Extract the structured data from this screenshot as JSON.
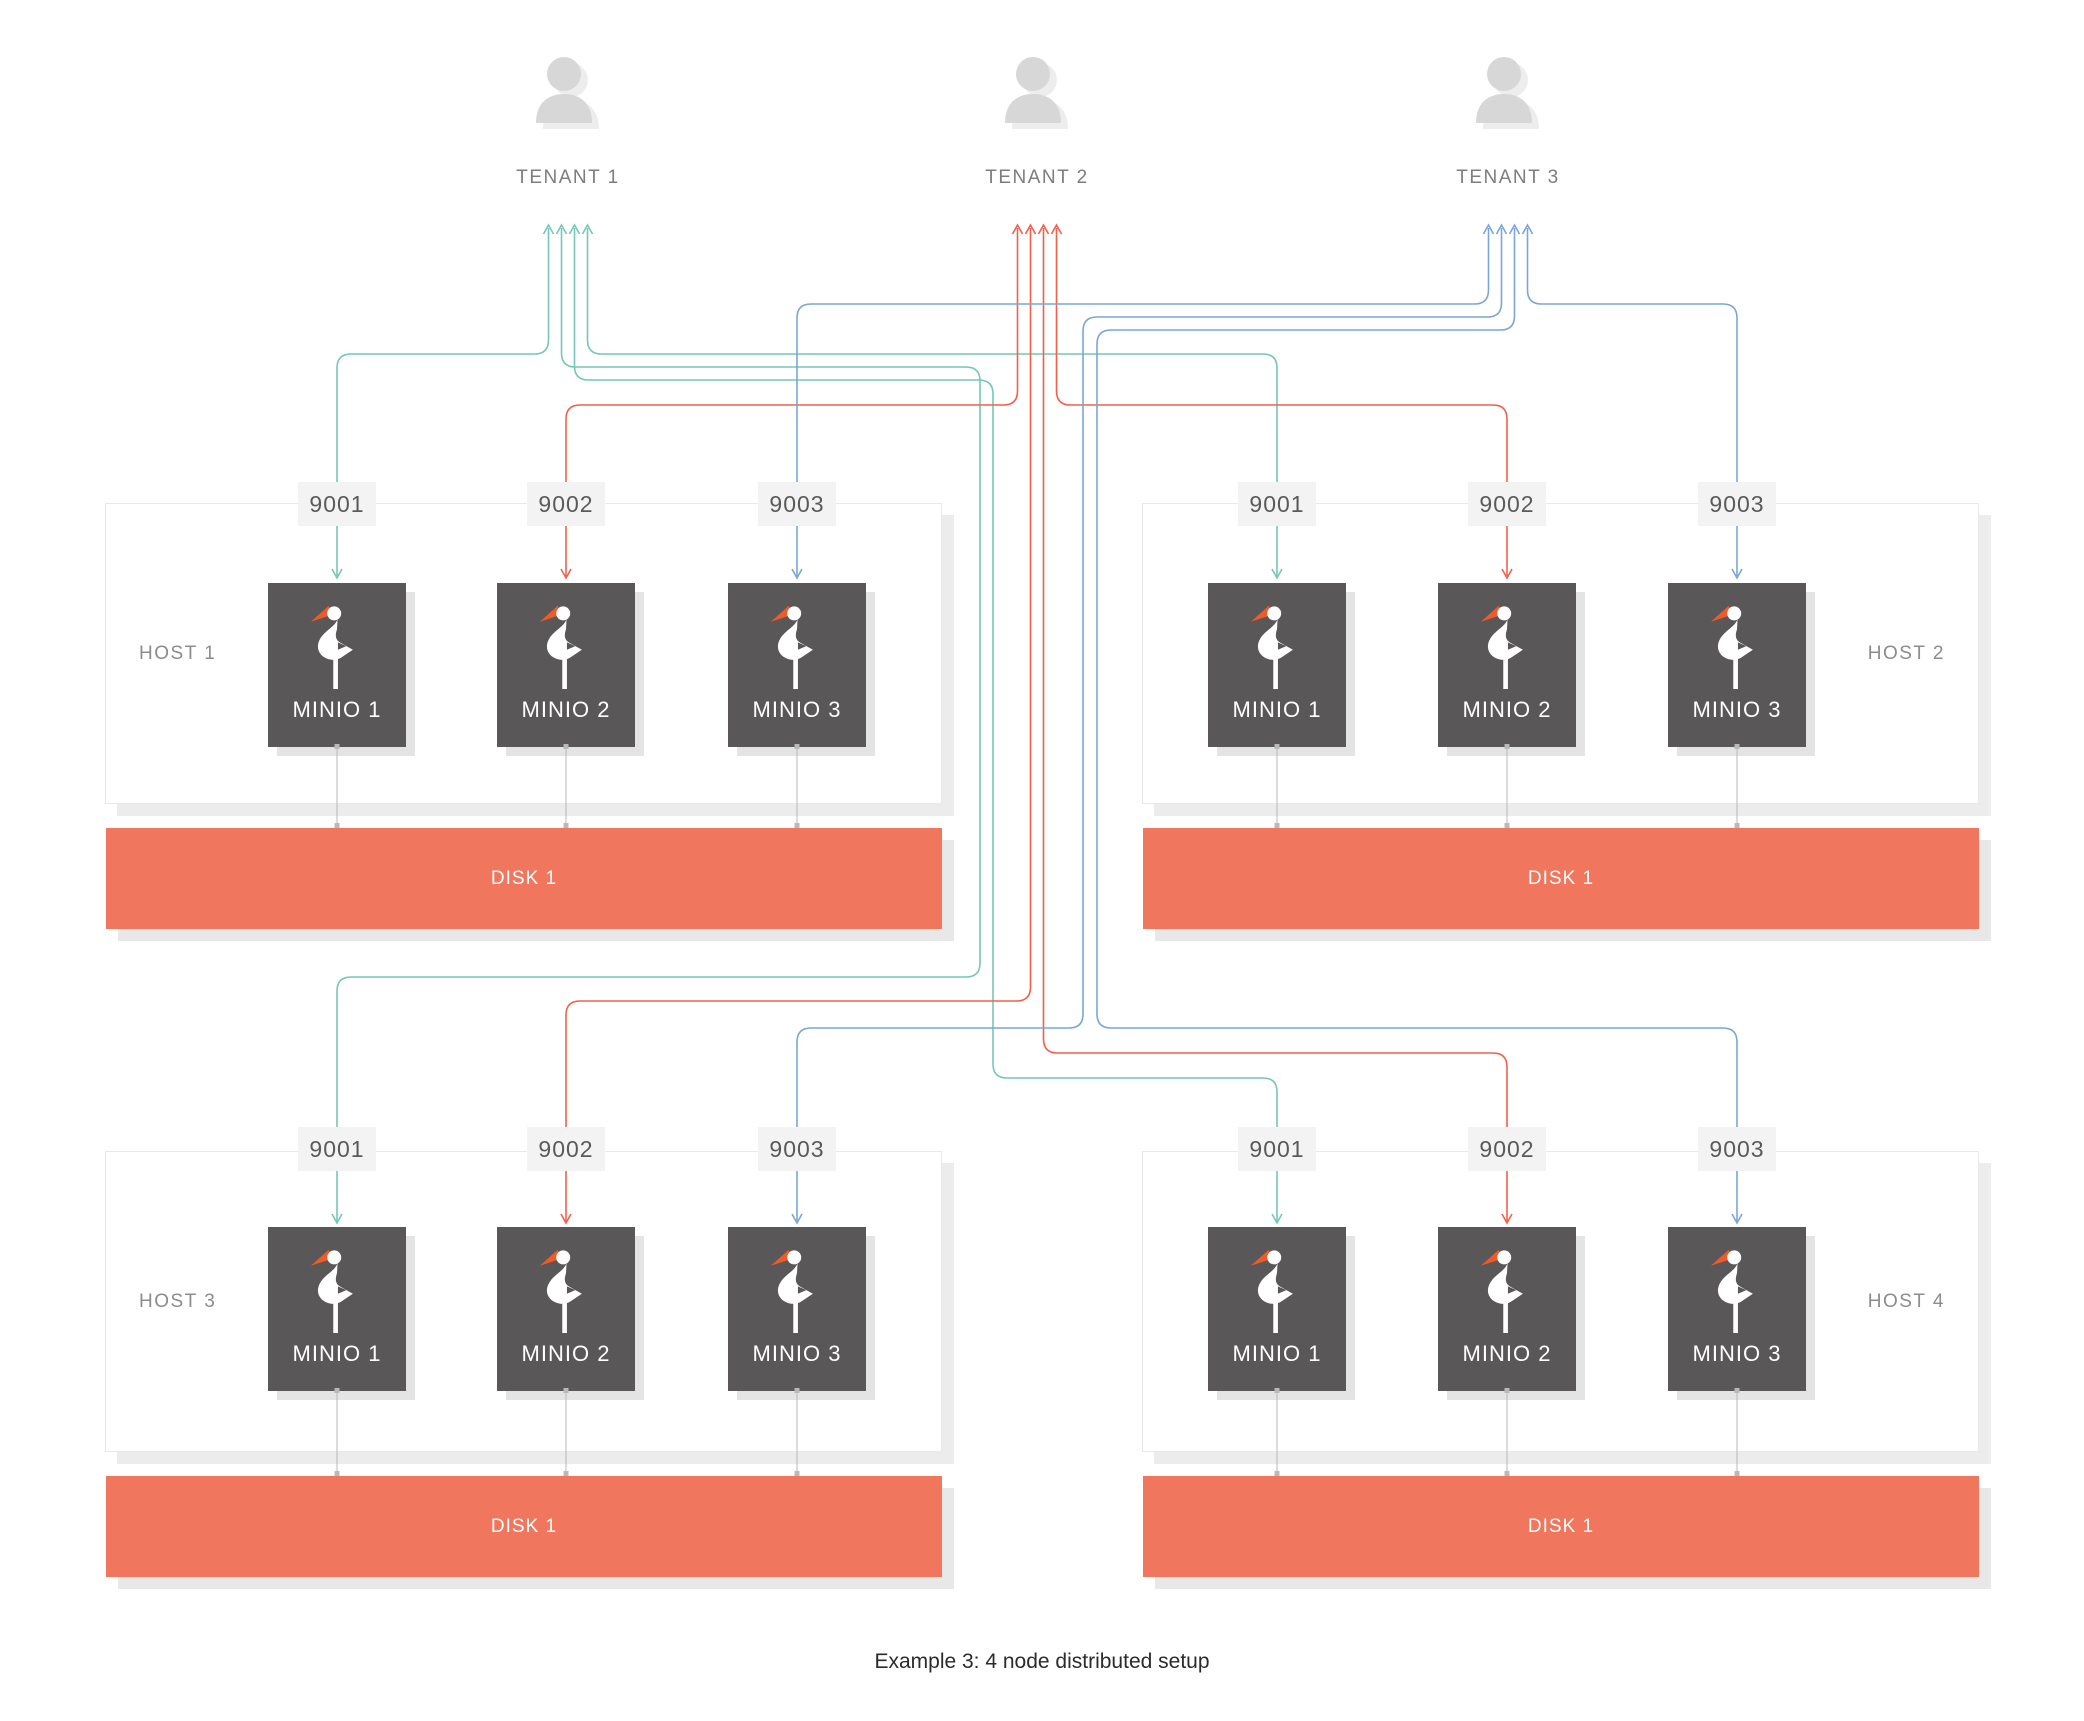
{
  "caption": "Example 3: 4 node distributed setup",
  "tenants": [
    {
      "label": "TENANT 1"
    },
    {
      "label": "TENANT 2"
    },
    {
      "label": "TENANT 3"
    }
  ],
  "hosts": [
    {
      "label": "HOST 1",
      "label_side": "left",
      "disk_label": "DISK 1",
      "nodes": [
        {
          "label": "MINIO 1",
          "port": "9001"
        },
        {
          "label": "MINIO 2",
          "port": "9002"
        },
        {
          "label": "MINIO 3",
          "port": "9003"
        }
      ]
    },
    {
      "label": "HOST 2",
      "label_side": "right",
      "disk_label": "DISK 1",
      "nodes": [
        {
          "label": "MINIO 1",
          "port": "9001"
        },
        {
          "label": "MINIO 2",
          "port": "9002"
        },
        {
          "label": "MINIO 3",
          "port": "9003"
        }
      ]
    },
    {
      "label": "HOST 3",
      "label_side": "left",
      "disk_label": "DISK 1",
      "nodes": [
        {
          "label": "MINIO 1",
          "port": "9001"
        },
        {
          "label": "MINIO 2",
          "port": "9002"
        },
        {
          "label": "MINIO 3",
          "port": "9003"
        }
      ]
    },
    {
      "label": "HOST 4",
      "label_side": "right",
      "disk_label": "DISK 1",
      "nodes": [
        {
          "label": "MINIO 1",
          "port": "9001"
        },
        {
          "label": "MINIO 2",
          "port": "9002"
        },
        {
          "label": "MINIO 3",
          "port": "9003"
        }
      ]
    }
  ],
  "colors": {
    "tenant1_line": "#76c7b7",
    "tenant2_line": "#f1604c",
    "tenant3_line": "#7aa6d8",
    "disk_fill": "#f0765e",
    "minio_box": "#595757",
    "minio_beak": "#f05a28",
    "port_bg": "#f3f3f3",
    "host_border": "#e8e8e8",
    "label_gray": "#8c8c8c",
    "connector_gray": "#b9b9b9",
    "caption_color": "#2b2b2b"
  },
  "icons": {
    "tenant": "user-icon",
    "node": "minio-stork-icon"
  }
}
